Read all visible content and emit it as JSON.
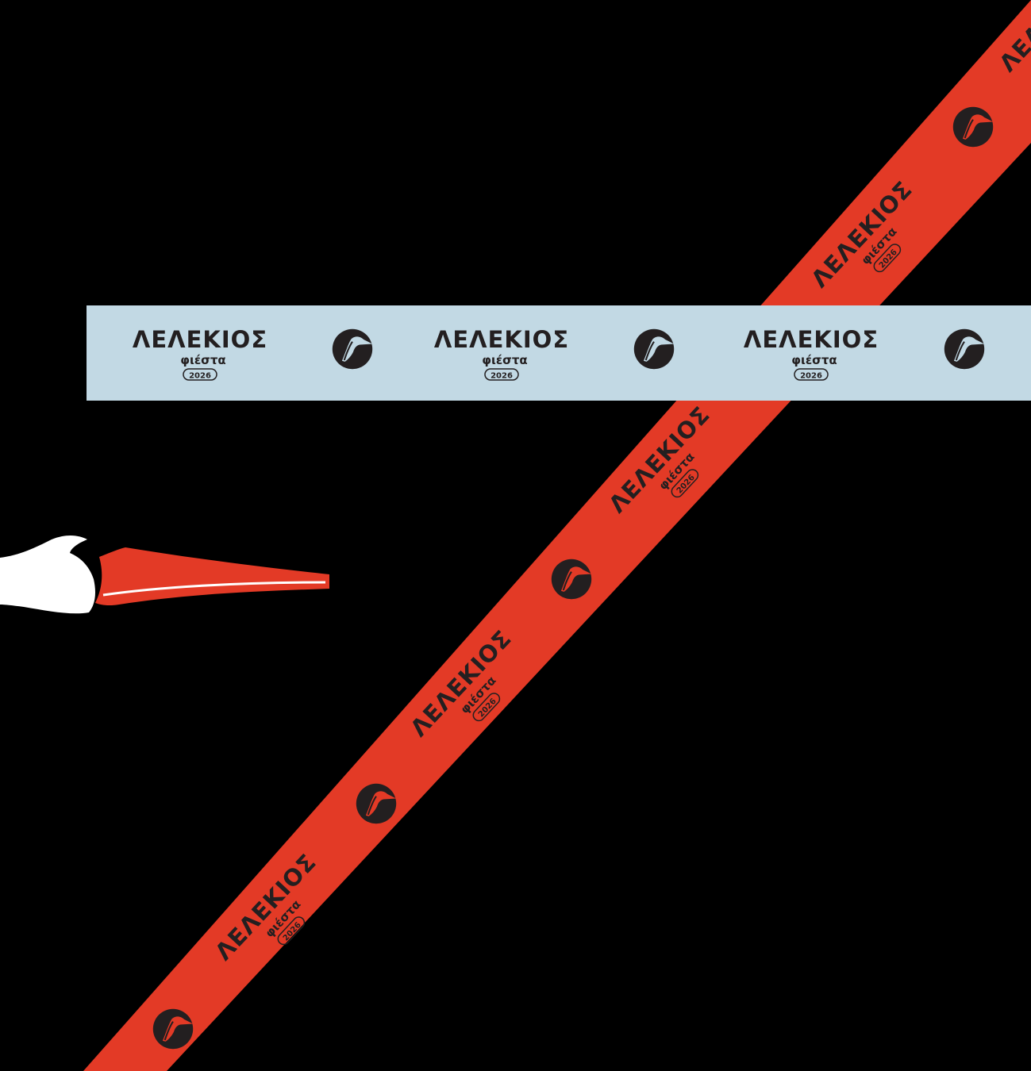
{
  "colors": {
    "background": "#000000",
    "red_ribbon": "#E33A26",
    "blue_ribbon": "#C2D9E4",
    "ink": "#231F20",
    "white": "#FFFFFF",
    "beak_red": "#E33A26"
  },
  "brand": {
    "name": "ΛΕΛΕΚΙΟΣ",
    "tagline": "φιέστα",
    "year": "2026"
  },
  "icons": {
    "logo_mark": "stork-head-circle-icon",
    "stork": "stork-head-illustration"
  }
}
